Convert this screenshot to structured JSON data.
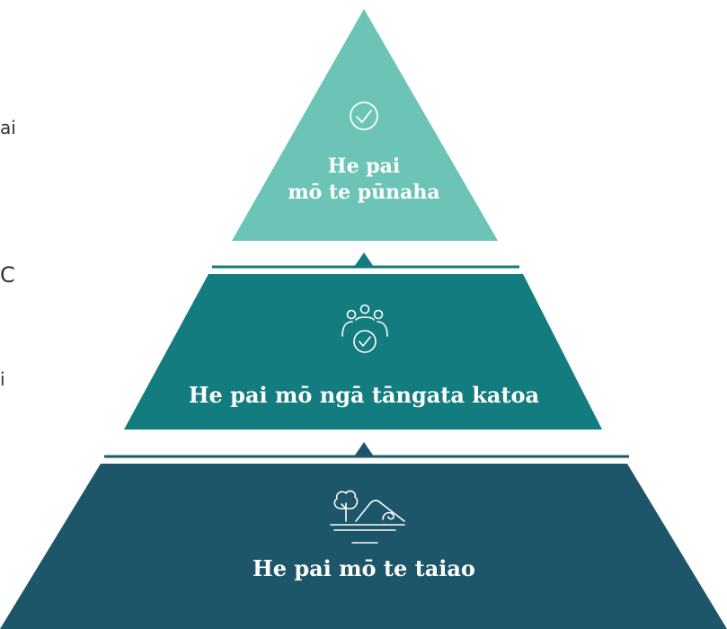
{
  "colors": {
    "top": "#6cc4b6",
    "middle": "#127c7e",
    "bottom": "#1d5569",
    "icon": "#ffffff"
  },
  "side_fragments": [
    "ai",
    "C",
    "i"
  ],
  "tiers": [
    {
      "id": "top",
      "label_lines": [
        "He pai",
        "mō te pūnaha"
      ],
      "icon": "check-circle-icon"
    },
    {
      "id": "middle",
      "label_lines": [
        "He pai mō ngā tāngata katoa"
      ],
      "icon": "people-check-icon"
    },
    {
      "id": "bottom",
      "label_lines": [
        "He pai mō te taiao"
      ],
      "icon": "tree-landscape-icon"
    }
  ]
}
